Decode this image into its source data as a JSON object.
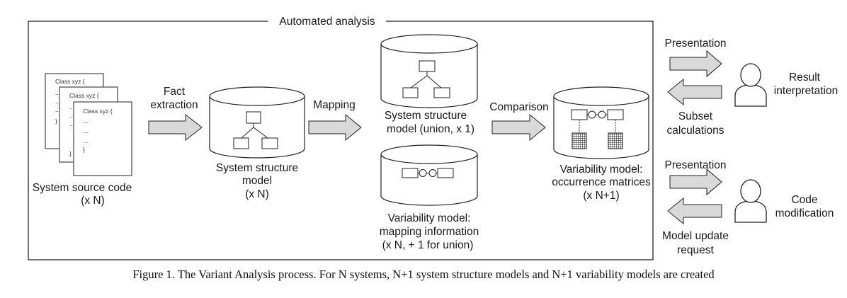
{
  "frame": {
    "title": "Automated analysis"
  },
  "source_code": {
    "doc1": [
      "Class xyz {",
      "...",
      "...",
      "...",
      "}"
    ],
    "doc2": [
      "Class xyz {",
      "...",
      "...",
      "...",
      "}"
    ],
    "doc3": [
      "Class xyz {",
      "...",
      "...",
      "...",
      "}"
    ],
    "caption": [
      "System source code",
      "(x N)"
    ]
  },
  "arrows": {
    "fact_extraction": [
      "Fact",
      "extraction"
    ],
    "mapping": [
      "Mapping"
    ],
    "comparison": [
      "Comparison"
    ]
  },
  "structure_model": {
    "caption": [
      "System structure",
      "model",
      "(x N)"
    ]
  },
  "union_model": {
    "caption": [
      "System structure",
      "model (union, x 1)"
    ]
  },
  "mapping_model": {
    "caption": [
      "Variability model:",
      "mapping information",
      "(x N, + 1 for union)"
    ]
  },
  "variability_model": {
    "caption": [
      "Variability model:",
      "occurrence matrices",
      "(x N+1)"
    ]
  },
  "right_top": {
    "presentation": "Presentation",
    "role": [
      "Result",
      "interpretation"
    ],
    "feedback": [
      "Subset",
      "calculations"
    ]
  },
  "right_bottom": {
    "presentation": "Presentation",
    "role": [
      "Code",
      "modification"
    ],
    "feedback": [
      "Model update",
      "request"
    ]
  },
  "caption": "Figure 1.   The Variant Analysis process. For N systems, N+1 system structure models and N+1 variability models are created",
  "colors": {
    "arrow_fill": "#d9d9d9",
    "stroke": "#222222",
    "background": "#ffffff"
  }
}
